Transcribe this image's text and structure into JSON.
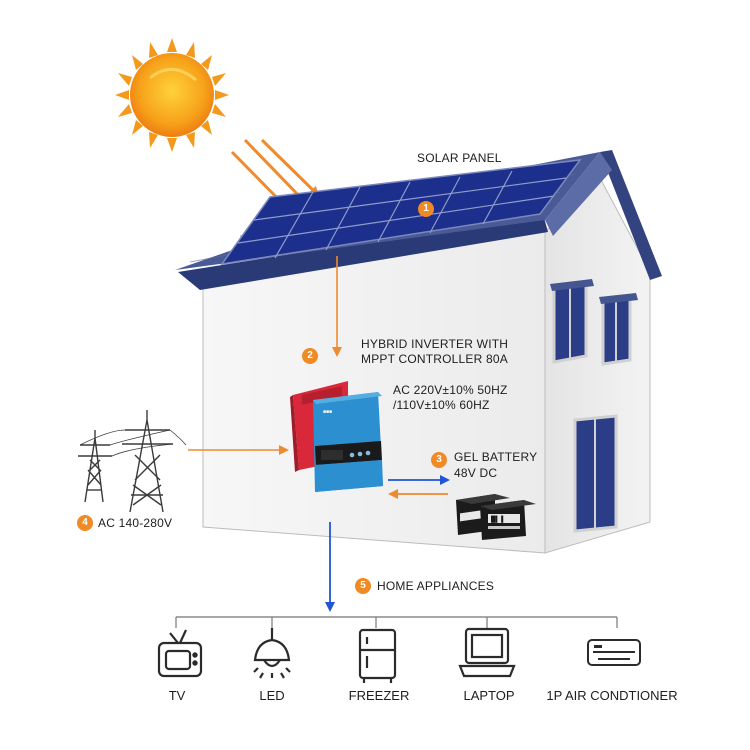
{
  "labels": {
    "solar_panel": "SOLAR PANEL",
    "inverter_line1": "HYBRID INVERTER WITH",
    "inverter_line2": "MPPT CONTROLLER 80A",
    "ac_out_line1": "AC 220V±10% 50HZ",
    "ac_out_line2": "/110V±10% 60HZ",
    "battery_line1": "GEL BATTERY",
    "battery_line2": "48V DC",
    "grid": "AC 140-280V",
    "home_appliances": "HOME APPLIANCES"
  },
  "badges": [
    "1",
    "2",
    "3",
    "4",
    "5"
  ],
  "appliances": [
    {
      "label": "TV",
      "icon": "tv-icon"
    },
    {
      "label": "LED",
      "icon": "lamp-icon"
    },
    {
      "label": "FREEZER",
      "icon": "freezer-icon"
    },
    {
      "label": "LAPTOP",
      "icon": "laptop-icon"
    },
    {
      "label": "1P AIR CONDTIONER",
      "icon": "air-conditioner-icon"
    }
  ],
  "colors": {
    "orange_arrow": "#ef8a2e",
    "blue_arrow": "#1f55d6",
    "badge": "#f08a24",
    "roof": "#3f4e8a",
    "panel": "#1c2f8c",
    "inverter_red": "#d8283a",
    "inverter_blue": "#2c8fd0"
  }
}
